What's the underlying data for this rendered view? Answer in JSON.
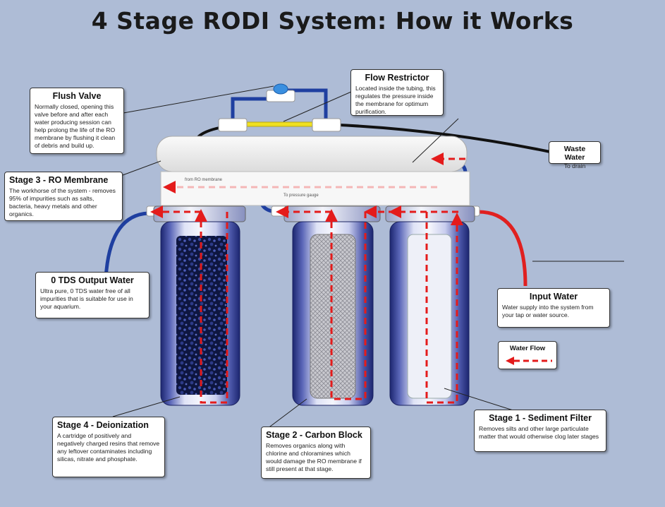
{
  "title": "4 Stage RODI System: How it Works",
  "labels": {
    "flush_valve": {
      "title": "Flush Valve",
      "text": "Normally closed, opening this valve before and after each water producing session can help prolong the life of the RO membrane by flushing it clean of debris and build up."
    },
    "flow_restrictor": {
      "title": "Flow Restrictor",
      "text": "Located inside the tubing, this regulates the pressure inside the membrane for optimum purification."
    },
    "waste_water": {
      "title": "Waste Water",
      "text": "To drain"
    },
    "ro_membrane": {
      "title": "Stage 3 - RO Membrane",
      "text": "The workhorse of the system - removes 95% of impurities such as salts, bacteria, heavy metals and other organics."
    },
    "output_water": {
      "title": "0 TDS Output Water",
      "text": "Ultra pure, 0 TDS water free of all impurities that is suitable for use in your aquarium."
    },
    "input_water": {
      "title": "Input Water",
      "text": "Water supply into the system from your tap or water source."
    },
    "water_flow": {
      "title": "Water Flow"
    },
    "deionization": {
      "title": "Stage 4 - Deionization",
      "text": "A cartridge of positively and negatively charged resins that remove any leftover contaminates including silicas, nitrate and phosphate."
    },
    "carbon_block": {
      "title": "Stage 2 - Carbon Block",
      "text": "Removes organics along with chlorine and chloramines which would damage the RO membrane if still present at that stage."
    },
    "sediment": {
      "title": "Stage 1 - Sediment Filter",
      "text": "Removes silts and other large particulate matter that would otherwise clog later stages"
    }
  },
  "manifold_text": {
    "from_membrane": "from RO membrane",
    "to_gauge": "To pressure gauge"
  },
  "colors": {
    "background": "#aebcd6",
    "input_tube": "#e02020",
    "output_tube": "#1f3fa0",
    "waste_tube": "#111111",
    "flow_arrow": "#e41b1b",
    "restrictor": "#f0e020",
    "valve": "#3a8fe0"
  }
}
